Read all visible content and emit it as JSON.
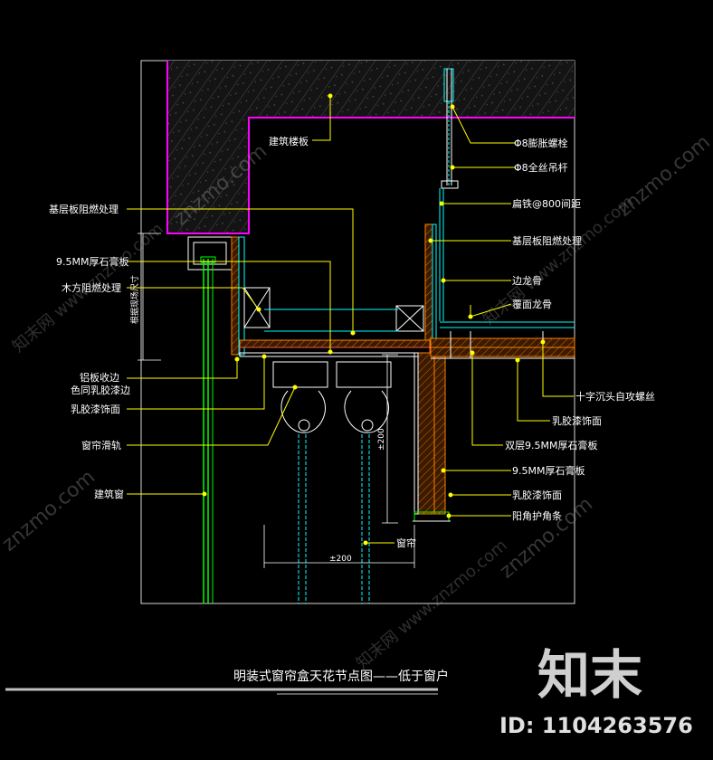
{
  "title": "明装式窗帘盒天花节点图——低于窗户",
  "labels": {
    "building_slab": "建筑楼板",
    "expansion_bolt": "Φ8膨胀螺栓",
    "threaded_rod": "Φ8全丝吊杆",
    "flat_iron": "扁铁@800间距",
    "base_board_fire_left": "基层板阻燃处理",
    "base_board_fire_right": "基层板阻燃处理",
    "gypsum_left": "9.5MM厚石膏板",
    "wood_fire": "木方阻燃处理",
    "edge_keel": "边龙骨",
    "cover_keel": "覆面龙骨",
    "aluminum_trim_1": "铝板收边",
    "aluminum_trim_2": "色同乳胶漆边",
    "latex_left": "乳胶漆饰面",
    "screw": "十字沉头自攻螺丝",
    "latex_right": "乳胶漆饰面",
    "double_gypsum": "双层9.5MM厚石膏板",
    "curtain_track": "窗帘滑轨",
    "gypsum_right": "9.5MM厚石膏板",
    "building_window": "建筑窗",
    "latex_bottom": "乳胶漆饰面",
    "corner_strip": "阳角护角条",
    "curtain": "窗帘",
    "vertical_note": "根据现场尺寸",
    "dim_200_v": "±200",
    "dim_200_h": "±200"
  },
  "watermark": {
    "brand": "知末",
    "id_text": "ID: 1104263576",
    "site": "znzmo.com",
    "site_cn": "知末网 www.znzmo.com"
  },
  "colors": {
    "background": "#000000",
    "leader": "#ffff00",
    "slab": "#ff00ff",
    "wall_hatch": "#3a3a3a",
    "frame": "#ffffff",
    "window": "#00ff00",
    "keel": "#00ffff",
    "board": "#ff7f00",
    "finish": "#ff5050"
  }
}
